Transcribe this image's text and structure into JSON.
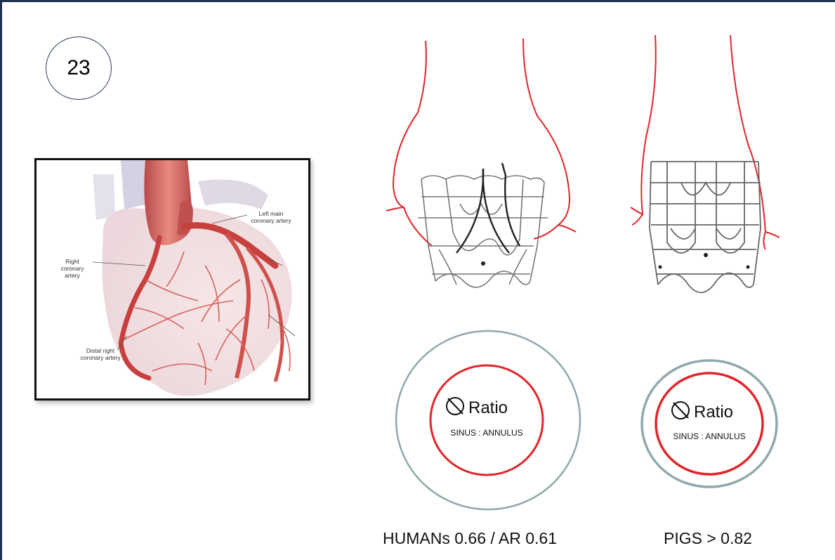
{
  "slide": {
    "number": "23"
  },
  "heart_figure": {
    "labels": {
      "left_main": "Left main coronary artery",
      "right": "Right coronary artery",
      "distal_right": "Distal right coronary artery"
    }
  },
  "left_panel": {
    "ratio_word": "Ratio",
    "ratio_sub": "SINUS : ANNULUS",
    "caption": "HUMANs 0.66 / AR 0.61"
  },
  "right_panel": {
    "ratio_word": "Ratio",
    "ratio_sub": "SINUS : ANNULUS",
    "caption": "PIGS > 0.82"
  },
  "colors": {
    "frame_border": "#1f2f4f",
    "artery_red": "#d9534f",
    "outline_red": "#e0262a",
    "ring_teal": "#8fa9ad",
    "stent_gray": "#555555"
  }
}
